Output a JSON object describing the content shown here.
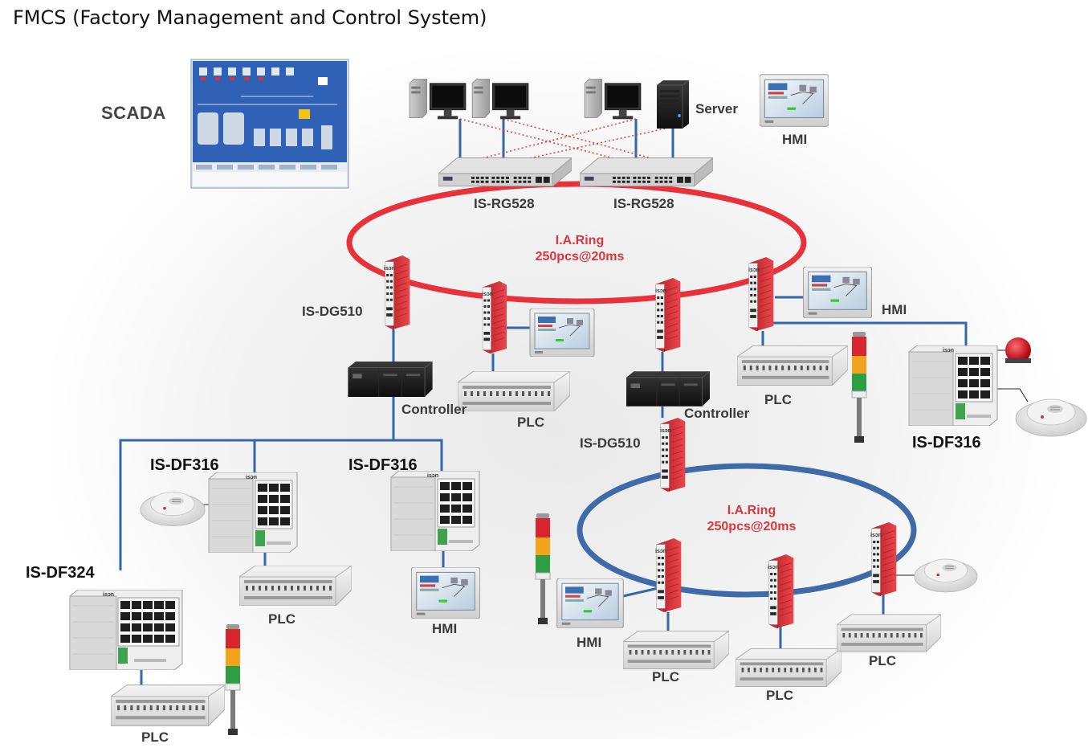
{
  "title": "FMCS (Factory Management and Control System)",
  "scada": {
    "label": "SCADA"
  },
  "server": {
    "label": "Server"
  },
  "core_switches": [
    "IS-RG528",
    "IS-RG528"
  ],
  "ring_top": {
    "line1": "I.A.Ring",
    "line2": "250pcs@20ms",
    "color": "#e8313a"
  },
  "ring_bottom": {
    "line1": "I.A.Ring",
    "line2": "250pcs@20ms",
    "color": "#3e6aa8"
  },
  "device_logo": "isɔn",
  "labels": {
    "hmi_top": "HMI",
    "hmi_right": "HMI",
    "hmi_mid": "HMI",
    "hmi_left_bottom": "HMI",
    "dg510_top": "IS-DG510",
    "dg510_mid": "IS-DG510",
    "controller_left": "Controller",
    "controller_right": "Controller",
    "plc_center": "PLC",
    "plc_right": "PLC",
    "plc_df316_left": "PLC",
    "plc_df324": "PLC",
    "plc_ring_a": "PLC",
    "plc_ring_b": "PLC",
    "plc_ring_c": "PLC",
    "df316_right": "IS-DF316",
    "df316_left": "IS-DF316",
    "df316_mid": "IS-DF316",
    "df324": "IS-DF324"
  },
  "colors": {
    "link_blue": "#3566a8",
    "ring_red": "#e8313a",
    "ring_blue": "#3e6aa8",
    "switch_red": "#d8323a"
  }
}
